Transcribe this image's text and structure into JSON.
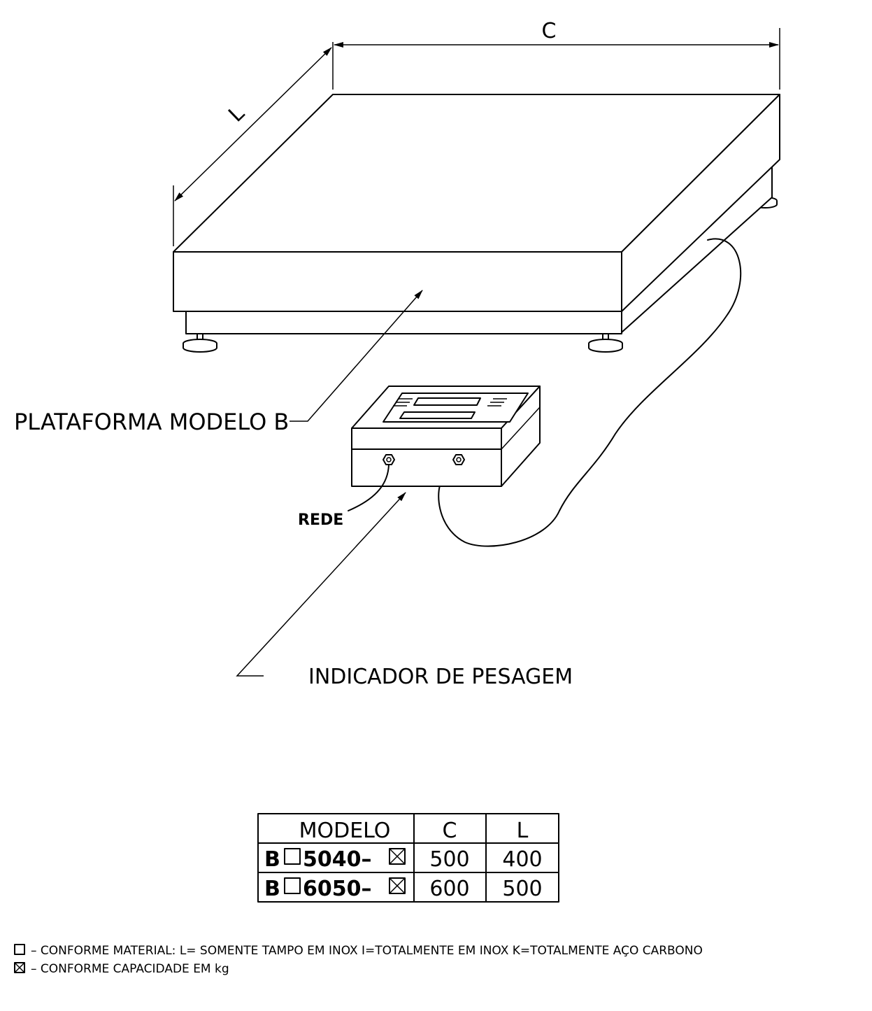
{
  "dimensions": {
    "c_label": "C",
    "l_label": "L"
  },
  "labels": {
    "platform": "PLATAFORMA MODELO B",
    "mains": "REDE",
    "indicator": "INDICADOR DE PESAGEM"
  },
  "table": {
    "headers": [
      "MODELO",
      "C",
      "L"
    ],
    "rows": [
      {
        "prefix": "B",
        "model": "5040–",
        "c": "500",
        "l": "400"
      },
      {
        "prefix": "B",
        "model": "6050–",
        "c": "600",
        "l": "500"
      }
    ]
  },
  "notes": [
    {
      "symbol": "empty-box",
      "text": "– CONFORME MATERIAL: L= SOMENTE TAMPO EM INOX  I=TOTALMENTE EM INOX  K=TOTALMENTE AÇO CARBONO"
    },
    {
      "symbol": "crossed-box",
      "text": "– CONFORME CAPACIDADE EM kg"
    }
  ]
}
